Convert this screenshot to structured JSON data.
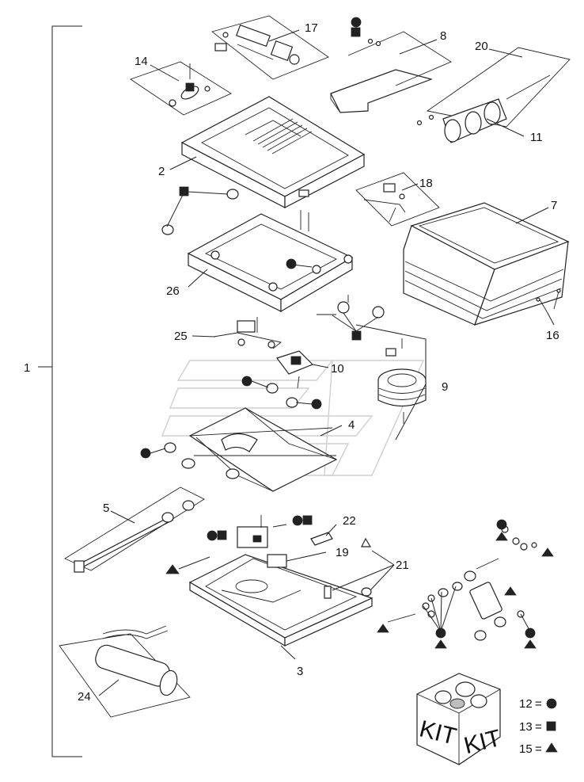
{
  "diagram": {
    "main_callout": "1",
    "callouts": {
      "c2": "2",
      "c3": "3",
      "c4": "4",
      "c5": "5",
      "c7": "7",
      "c8": "8",
      "c9": "9",
      "c10": "10",
      "c11": "11",
      "c14": "14",
      "c16": "16",
      "c17": "17",
      "c18": "18",
      "c19": "19",
      "c20": "20",
      "c21": "21",
      "c22": "22",
      "c24": "24",
      "c25": "25",
      "c26": "26"
    },
    "kit_box": {
      "left_label": "KIT",
      "right_label": "KIT"
    },
    "legend": [
      {
        "number": "12",
        "equals": "=",
        "symbol": "circle"
      },
      {
        "number": "13",
        "equals": "=",
        "symbol": "square"
      },
      {
        "number": "15",
        "equals": "=",
        "symbol": "triangle"
      }
    ]
  }
}
